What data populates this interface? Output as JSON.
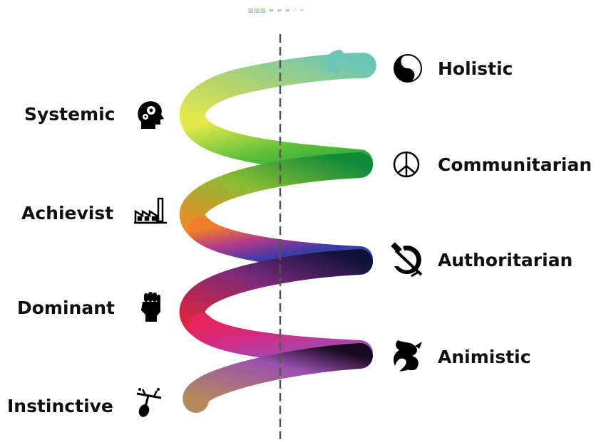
{
  "watermark": "▨▨▨ ≡ ≡ ≡ ∴ ⌐",
  "left_labels": [
    "Systemic",
    "Achievist",
    "Dominant",
    "Instinctive"
  ],
  "right_labels": [
    "Holistic",
    "Communitarian",
    "Authoritarian",
    "Animistic"
  ],
  "icons": {
    "holistic": "yin-yang-icon",
    "communitarian": "peace-icon",
    "authoritarian": "hammer-sickle-icon",
    "animistic": "dragon-icon",
    "systemic": "head-gears-icon",
    "achievist": "factory-icon",
    "dominant": "fist-icon",
    "instinctive": "tree-branch-icon"
  }
}
